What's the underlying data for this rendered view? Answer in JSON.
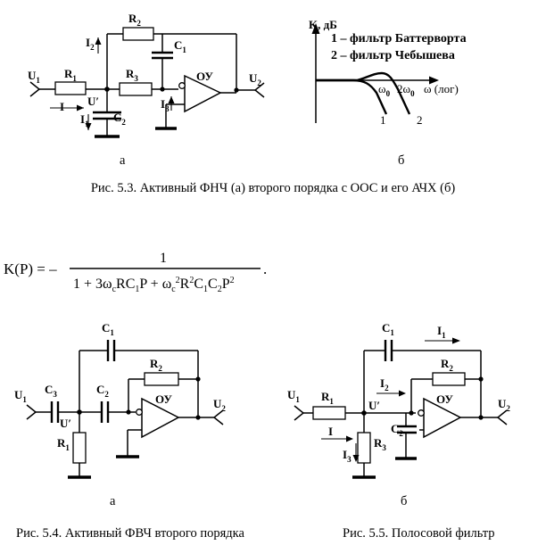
{
  "fig53": {
    "labels": {
      "u1": "U",
      "u1_sub": "1",
      "r1": "R",
      "r1_sub": "1",
      "r2": "R",
      "r2_sub": "2",
      "r3": "R",
      "r3_sub": "3",
      "c1": "C",
      "c1_sub": "1",
      "c2": "C",
      "c2_sub": "2",
      "i": "I",
      "i1": "I",
      "i1_sub": "1",
      "i2": "I",
      "i2_sub": "2",
      "i3": "I",
      "i3_sub": "3",
      "u_prime": "U′",
      "opamp": "ОУ",
      "u2": "U",
      "u2_sub": "2",
      "part_a": "а"
    },
    "graph": {
      "y_axis": "K, дБ",
      "w0": "ω",
      "w0_sub": "0",
      "two_w0": "2ω",
      "two_w0_sub": "0",
      "x_axis": "ω (лог)",
      "curve1_num": "1",
      "curve2_num": "2",
      "legend_1": "1 – фильтр Баттерворта",
      "legend_2": "2 – фильтр Чебышева",
      "part_b": "б"
    },
    "caption": "Рис. 5.3. Активный ФНЧ (а) второго порядка с ООС и его АЧХ (б)"
  },
  "formula": {
    "lhs": "K(P) = –",
    "numerator": "1",
    "denominator": "1 + 3ω",
    "den_c1": "c",
    "den_mid": "RC",
    "den_1": "1",
    "den_p": "P + ω",
    "den_c2": "c",
    "den_sq": "2",
    "den_r": "R",
    "den_r2": "2",
    "den_c": "C",
    "den_c_1": "1",
    "den_cc": "C",
    "den_c_2": "2",
    "den_pp": "P",
    "den_p2": "2",
    "end": "."
  },
  "fig54": {
    "labels": {
      "c1": "C",
      "c1_sub": "1",
      "r2": "R",
      "r2_sub": "2",
      "u1": "U",
      "u1_sub": "1",
      "c3": "C",
      "c3_sub": "3",
      "c2": "C",
      "c2_sub": "2",
      "opamp": "ОУ",
      "u2": "U",
      "u2_sub": "2",
      "u_prime": "U′",
      "r1": "R",
      "r1_sub": "1",
      "part_a": "а"
    },
    "caption": "Рис. 5.4. Активный ФВЧ второго порядка"
  },
  "fig55": {
    "labels": {
      "c1": "C",
      "c1_sub": "1",
      "i1": "I",
      "i1_sub": "1",
      "r2": "R",
      "r2_sub": "2",
      "u1": "U",
      "u1_sub": "1",
      "r1": "R",
      "r1_sub": "1",
      "i2": "I",
      "i2_sub": "2",
      "u_prime": "U′",
      "opamp": "ОУ",
      "u2": "U",
      "u2_sub": "2",
      "c2": "C",
      "c2_sub": "2",
      "i": "I",
      "r3": "R",
      "r3_sub": "3",
      "i3": "I",
      "i3_sub": "3",
      "part_b": "б"
    },
    "caption": "Рис. 5.5. Полосовой фильтр"
  }
}
